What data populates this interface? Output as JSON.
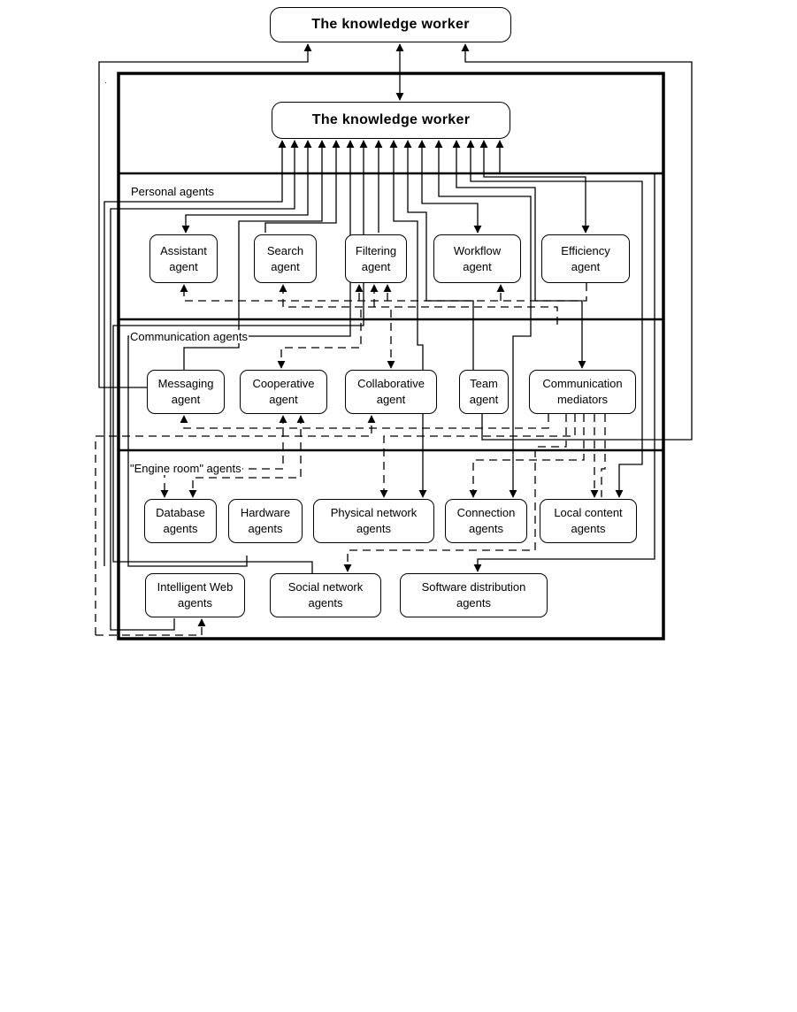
{
  "top_worker": "The knowledge worker",
  "inner_worker": "The knowledge worker",
  "sections": {
    "personal": "Personal agents",
    "communication": "Communication agents",
    "engine": "\"Engine room\" agents"
  },
  "personal_agents": [
    "Assistant\nagent",
    "Search\nagent",
    "Filtering\nagent",
    "Workflow\nagent",
    "Efficiency\nagent"
  ],
  "communication_agents": [
    "Messaging\nagent",
    "Cooperative\nagent",
    "Collaborative\nagent",
    "Team\nagent",
    "Communication\nmediators"
  ],
  "engine_agents": [
    "Database\nagents",
    "Hardware\nagents",
    "Physical network\nagents",
    "Connection\nagents",
    "Local content\nagents"
  ],
  "external_agents": [
    "Intelligent Web\nagents",
    "Social network\nagents",
    "Software distribution\nagents"
  ]
}
